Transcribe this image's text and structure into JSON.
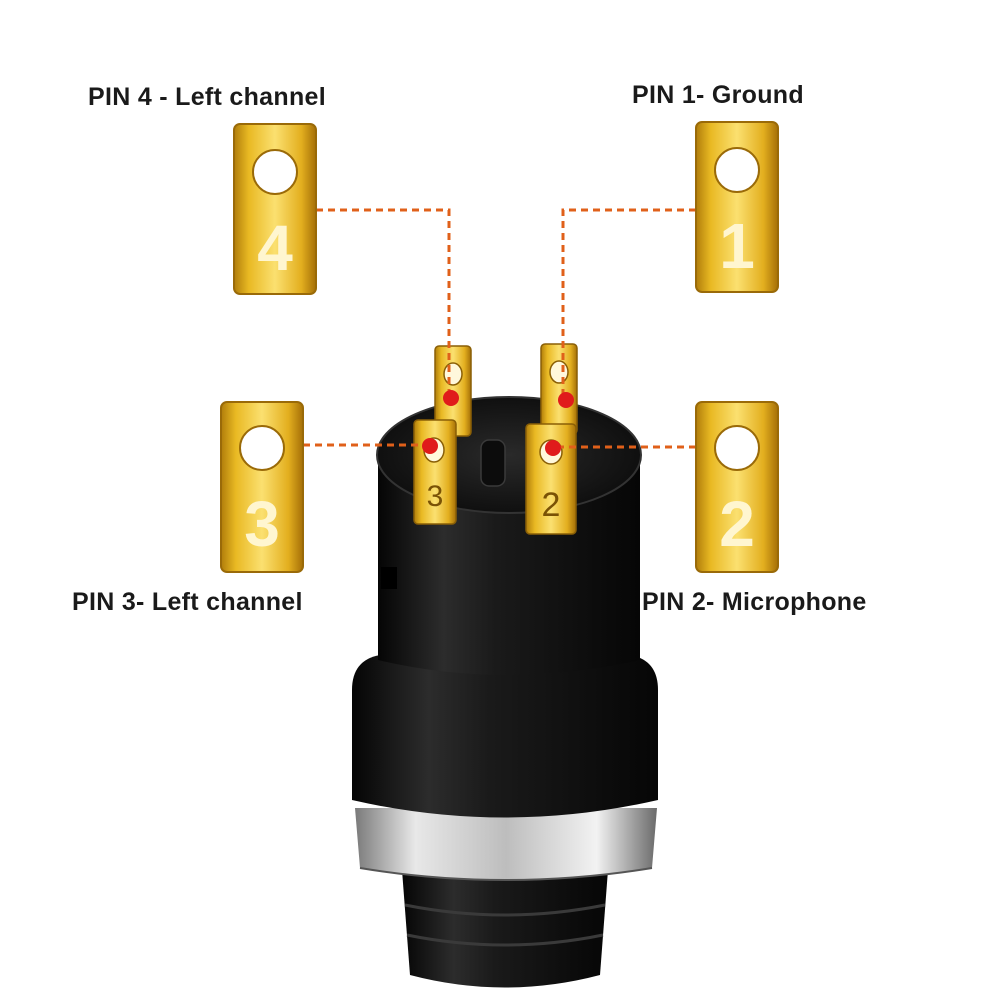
{
  "pins": [
    {
      "number": "4",
      "label": "PIN 4 - Left channel"
    },
    {
      "number": "1",
      "label": "PIN 1- Ground"
    },
    {
      "number": "3",
      "label": "PIN 3- Left channel"
    },
    {
      "number": "2",
      "label": "PIN 2- Microphone"
    }
  ],
  "colors": {
    "gold_light": "#f7d44a",
    "gold_dark": "#a8740a",
    "connector_line": "#e0601a",
    "contact_dot": "#e01b1b",
    "jack_body": "#121212",
    "label_text": "#1a1a1a"
  },
  "icons": [
    "pin-tab-icon",
    "audio-jack-icon"
  ]
}
